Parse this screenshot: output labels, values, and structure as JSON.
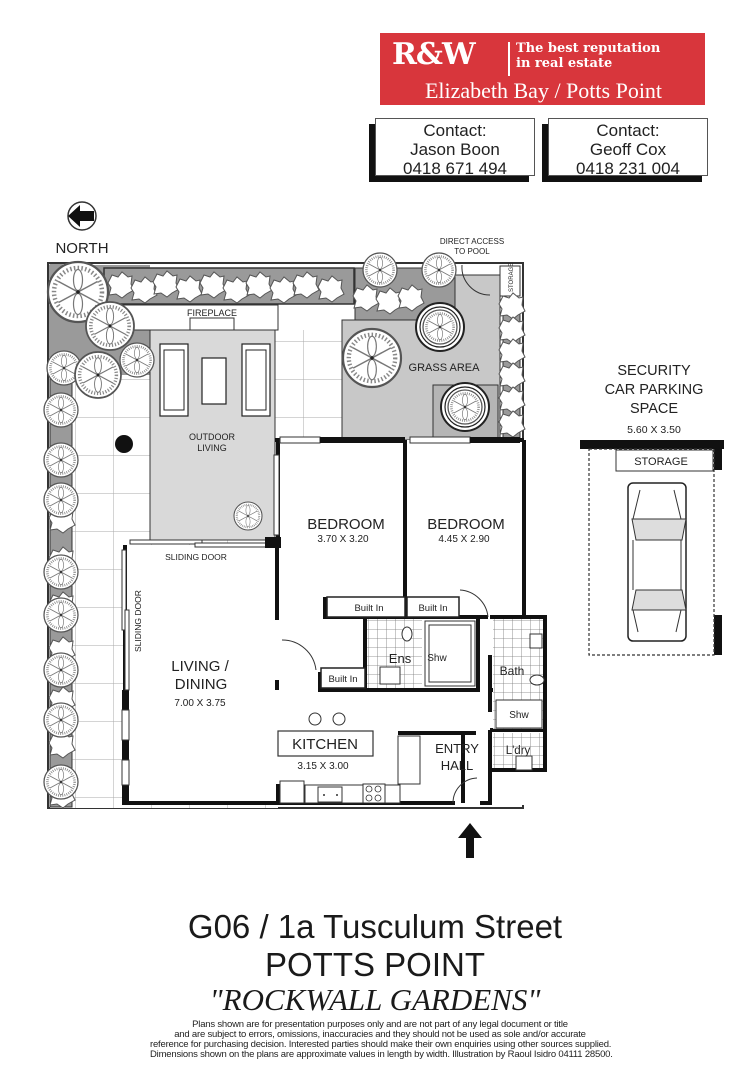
{
  "brand": {
    "logo": "R&W",
    "tagline_line1": "The best reputation",
    "tagline_line2": "in real estate",
    "office": "Elizabeth Bay / Potts Point",
    "color": "#d8363c"
  },
  "contacts": [
    {
      "label": "Contact:",
      "name": "Jason Boon",
      "phone": "0418 671 494"
    },
    {
      "label": "Contact:",
      "name": "Geoff Cox",
      "phone": "0418 231 004"
    }
  ],
  "compass": {
    "label": "NORTH",
    "icon": "north-arrow-icon"
  },
  "plan": {
    "direct_access_line1": "DIRECT ACCESS",
    "direct_access_line2": "TO POOL",
    "storage_small": "STORAGE",
    "fireplace": "FIREPLACE",
    "grass_area": "GRASS AREA",
    "outdoor_living_line1": "OUTDOOR",
    "outdoor_living_line2": "LIVING",
    "sliding_door_top": "SLIDING DOOR",
    "sliding_door_side": "SLIDING DOOR",
    "bedroom1": {
      "label": "BEDROOM",
      "dims": "3.70 X 3.20"
    },
    "bedroom2": {
      "label": "BEDROOM",
      "dims": "4.45 X 2.90"
    },
    "built_in_1": "Built In",
    "built_in_2": "Built In",
    "built_in_3": "Built In",
    "ensuite": "Ens",
    "shower_ens": "Shw",
    "bath": "Bath",
    "shower_bath": "Shw",
    "laundry": "L'dry",
    "living_line1": "LIVING /",
    "living_line2": "DINING",
    "living_dims": "7.00 X 3.75",
    "kitchen": {
      "label": "KITCHEN",
      "dims": "3.15 X 3.00"
    },
    "entry_line1": "ENTRY",
    "entry_line2": "HALL"
  },
  "parking": {
    "title_line1": "SECURITY",
    "title_line2": "CAR PARKING",
    "title_line3": "SPACE",
    "dims": "5.60 X 3.50",
    "storage": "STORAGE"
  },
  "title": {
    "address": "G06 / 1a  Tusculum Street",
    "suburb": "POTTS POINT",
    "building": "\"ROCKWALL GARDENS\""
  },
  "disclaimer": [
    "Plans shown are for presentation purposes only and are not part of any legal document or title",
    "and are subject to errors, omissions, inaccuracies and they should not be used as sole and/or accurate",
    "reference for purchasing decision. Interested parties should make their own enquiries using other sources supplied.",
    "Dimensions shown on the plans are approximate values in length by width. Illustration by Raoul Isidro  04111 28500."
  ],
  "colors": {
    "wall": "#111111",
    "paving": "#ffffff",
    "grass": "#c8c8c8",
    "outdoor": "#d9d9d9",
    "planter": "#9a9a9a"
  }
}
